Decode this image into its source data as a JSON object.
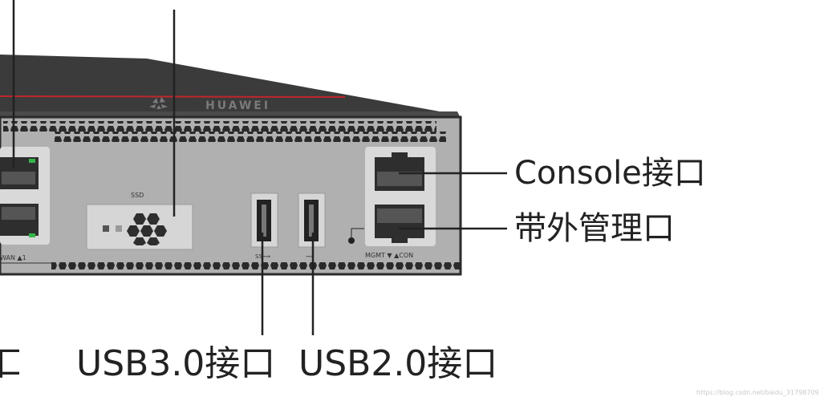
{
  "callouts": {
    "console": "Console接口",
    "mgmt": "带外管理口",
    "usb3": "USB3.0接口",
    "usb2": "USB2.0接口",
    "left_cut": "口"
  },
  "device": {
    "brand": "HUAWEI",
    "ssd_label": "SSD",
    "port_label": "MGMT ▼ ▲CON",
    "wan_label": "WAN ▲1"
  },
  "watermark": "https://blog.csdn.net/baidu_31798709",
  "colors": {
    "panel": "#b3b3b3",
    "top_cover": "#3c3c3c",
    "accent_stripe": "#c0262d",
    "port_housing": "#d6d6d6",
    "label_text": "#222222"
  }
}
